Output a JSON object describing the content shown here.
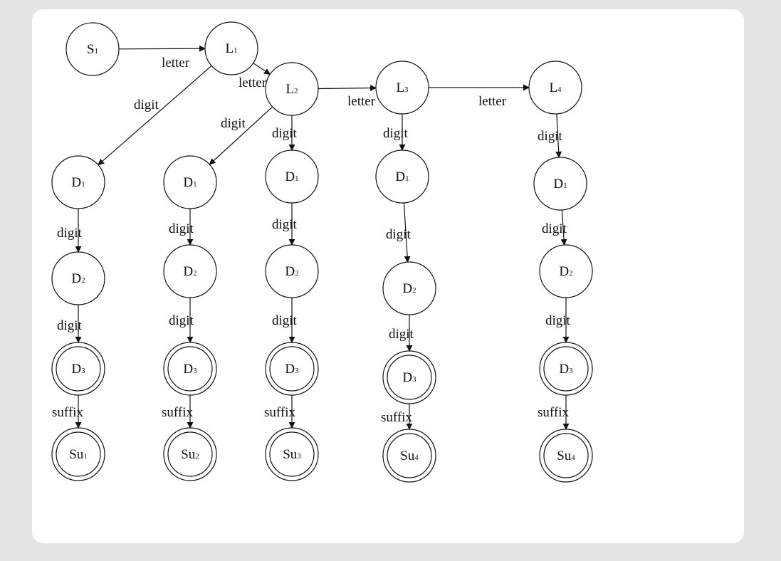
{
  "diagram": {
    "type": "finite-state-automaton",
    "colors": {
      "stroke": "#111111",
      "fill": "#ffffff",
      "background": "#e4e4e4",
      "card": "#ffffff"
    },
    "states": [
      {
        "id": "S1",
        "main": "S",
        "sub": "1",
        "accepting": false
      },
      {
        "id": "L1",
        "main": "L",
        "sub": "1",
        "accepting": false
      },
      {
        "id": "L2",
        "main": "L",
        "sub": "2",
        "accepting": false
      },
      {
        "id": "L3",
        "main": "L",
        "sub": "3",
        "accepting": false
      },
      {
        "id": "L4",
        "main": "L",
        "sub": "4",
        "accepting": false
      },
      {
        "id": "c1D1",
        "main": "D",
        "sub": "1",
        "accepting": false
      },
      {
        "id": "c1D2",
        "main": "D",
        "sub": "2",
        "accepting": false
      },
      {
        "id": "c1D3",
        "main": "D",
        "sub": "3",
        "accepting": true
      },
      {
        "id": "c1Su",
        "main": "Su",
        "sub": "1",
        "accepting": true
      },
      {
        "id": "c2D1",
        "main": "D",
        "sub": "1",
        "accepting": false
      },
      {
        "id": "c2D2",
        "main": "D",
        "sub": "2",
        "accepting": false
      },
      {
        "id": "c2D3",
        "main": "D",
        "sub": "3",
        "accepting": true
      },
      {
        "id": "c2Su",
        "main": "Su",
        "sub": "2",
        "accepting": true
      },
      {
        "id": "c3D1",
        "main": "D",
        "sub": "1",
        "accepting": false
      },
      {
        "id": "c3D2",
        "main": "D",
        "sub": "2",
        "accepting": false
      },
      {
        "id": "c3D3",
        "main": "D",
        "sub": "3",
        "accepting": true
      },
      {
        "id": "c3Su",
        "main": "Su",
        "sub": "3",
        "accepting": true
      },
      {
        "id": "c4D1",
        "main": "D",
        "sub": "1",
        "accepting": false
      },
      {
        "id": "c4D2",
        "main": "D",
        "sub": "2",
        "accepting": false
      },
      {
        "id": "c4D3",
        "main": "D",
        "sub": "3",
        "accepting": true
      },
      {
        "id": "c4Su",
        "main": "Su",
        "sub": "4",
        "accepting": true
      },
      {
        "id": "c5D1",
        "main": "D",
        "sub": "1",
        "accepting": false
      },
      {
        "id": "c5D2",
        "main": "D",
        "sub": "2",
        "accepting": false
      },
      {
        "id": "c5D3",
        "main": "D",
        "sub": "3",
        "accepting": true
      },
      {
        "id": "c5Su",
        "main": "Su",
        "sub": "4",
        "accepting": true
      }
    ],
    "transitions": [
      {
        "from": "S1",
        "to": "L1",
        "label": "letter"
      },
      {
        "from": "L1",
        "to": "L2",
        "label": "letter"
      },
      {
        "from": "L2",
        "to": "L3",
        "label": "letter"
      },
      {
        "from": "L3",
        "to": "L4",
        "label": "letter"
      },
      {
        "from": "L1",
        "to": "c1D1",
        "label": "digit"
      },
      {
        "from": "c1D1",
        "to": "c1D2",
        "label": "digit"
      },
      {
        "from": "c1D2",
        "to": "c1D3",
        "label": "digit"
      },
      {
        "from": "c1D3",
        "to": "c1Su",
        "label": "suffix"
      },
      {
        "from": "L2",
        "to": "c2D1",
        "label": "digit"
      },
      {
        "from": "c2D1",
        "to": "c2D2",
        "label": "digit"
      },
      {
        "from": "c2D2",
        "to": "c2D3",
        "label": "digit"
      },
      {
        "from": "c2D3",
        "to": "c2Su",
        "label": "suffix"
      },
      {
        "from": "L2",
        "to": "c3D1",
        "label": "digit"
      },
      {
        "from": "c3D1",
        "to": "c3D2",
        "label": "digit"
      },
      {
        "from": "c3D2",
        "to": "c3D3",
        "label": "digit"
      },
      {
        "from": "c3D3",
        "to": "c3Su",
        "label": "suffix"
      },
      {
        "from": "L3",
        "to": "c4D1",
        "label": "digit"
      },
      {
        "from": "c4D1",
        "to": "c4D2",
        "label": "digit"
      },
      {
        "from": "c4D2",
        "to": "c4D3",
        "label": "digit"
      },
      {
        "from": "c4D3",
        "to": "c4Su",
        "label": "suffix"
      },
      {
        "from": "L4",
        "to": "c5D1",
        "label": "digit"
      },
      {
        "from": "c5D1",
        "to": "c5D2",
        "label": "digit"
      },
      {
        "from": "c5D2",
        "to": "c5D3",
        "label": "digit"
      },
      {
        "from": "c5D3",
        "to": "c5Su",
        "label": "suffix"
      }
    ]
  }
}
